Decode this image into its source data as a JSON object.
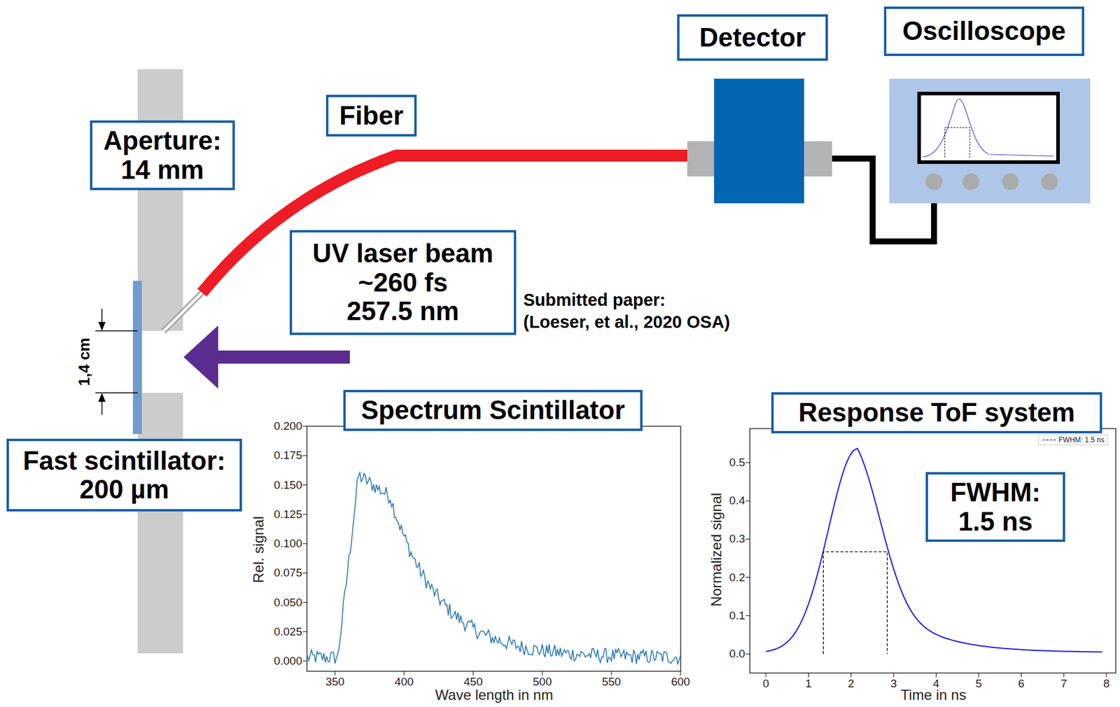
{
  "diagram": {
    "nodes": [
      {
        "text": [
          "Detector"
        ]
      },
      {
        "text": [
          "Oscilloscope"
        ]
      },
      {
        "text": [
          "Fiber"
        ]
      },
      {
        "text": [
          "Aperture:",
          "14 mm"
        ]
      },
      {
        "text": [
          "UV laser beam",
          "~260 fs",
          "257.5 nm"
        ]
      },
      {
        "text": [
          "Fast scintillator:",
          "200 µm"
        ]
      },
      {
        "text": [
          "Spectrum Scintillator"
        ]
      },
      {
        "text": [
          "Response ToF system"
        ]
      },
      {
        "text": [
          "FWHM:",
          "1.5 ns"
        ]
      }
    ],
    "labels": [
      "Submitted paper:",
      "(Loeser, et al., 2020 OSA)",
      "1,4 cm",
      "0.200",
      "0.175",
      "0.150",
      "0.125",
      "0.100",
      "0.075",
      "0.050",
      "0.025",
      "0.000",
      "350",
      "400",
      "450",
      "500",
      "550",
      "600",
      "Wave length in nm",
      "Rel. signal",
      "0.5",
      "0.4",
      "0.3",
      "0.2",
      "0.1",
      "0.0",
      "0",
      "1",
      "2",
      "3",
      "4",
      "5",
      "6",
      "7",
      "8",
      "Time in ns",
      "Normalized signal"
    ],
    "legend": [
      {
        "text": "FWHM: 1.5 ns"
      }
    ]
  }
}
